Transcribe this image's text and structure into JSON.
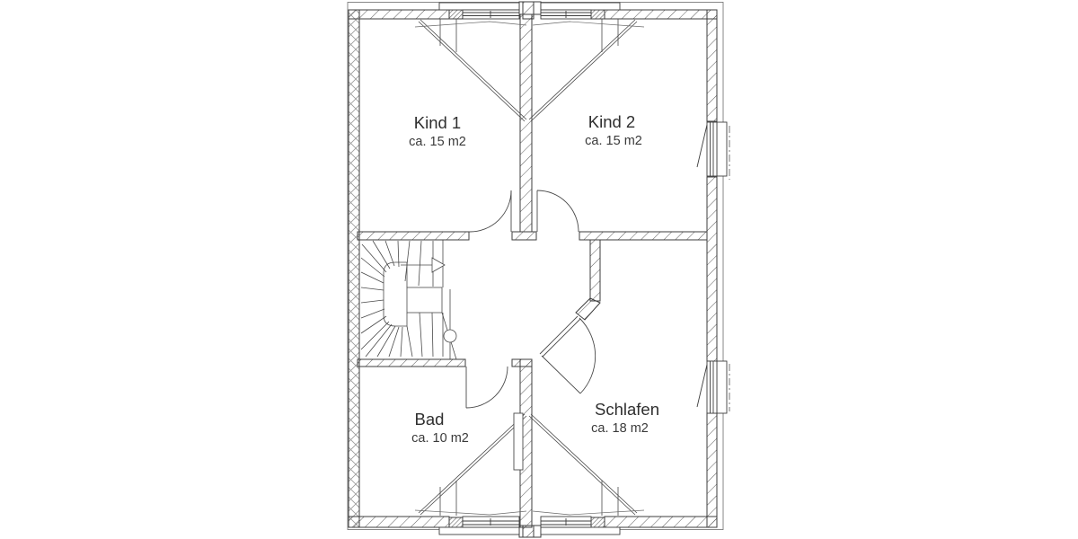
{
  "floor_plan": {
    "rooms": [
      {
        "id": "kind1",
        "label": "Kind 1",
        "area": "ca. 15 m2"
      },
      {
        "id": "kind2",
        "label": "Kind 2",
        "area": "ca. 15 m2"
      },
      {
        "id": "bad",
        "label": "Bad",
        "area": "ca. 10 m2"
      },
      {
        "id": "schlafen",
        "label": "Schlafen",
        "area": "ca. 18 m2"
      }
    ],
    "colors": {
      "line": "#3d3d3d",
      "hatch": "#5a5a5a",
      "party_wall_hatch": "#9a9a9a",
      "text": "#333333",
      "background": "#ffffff"
    }
  }
}
